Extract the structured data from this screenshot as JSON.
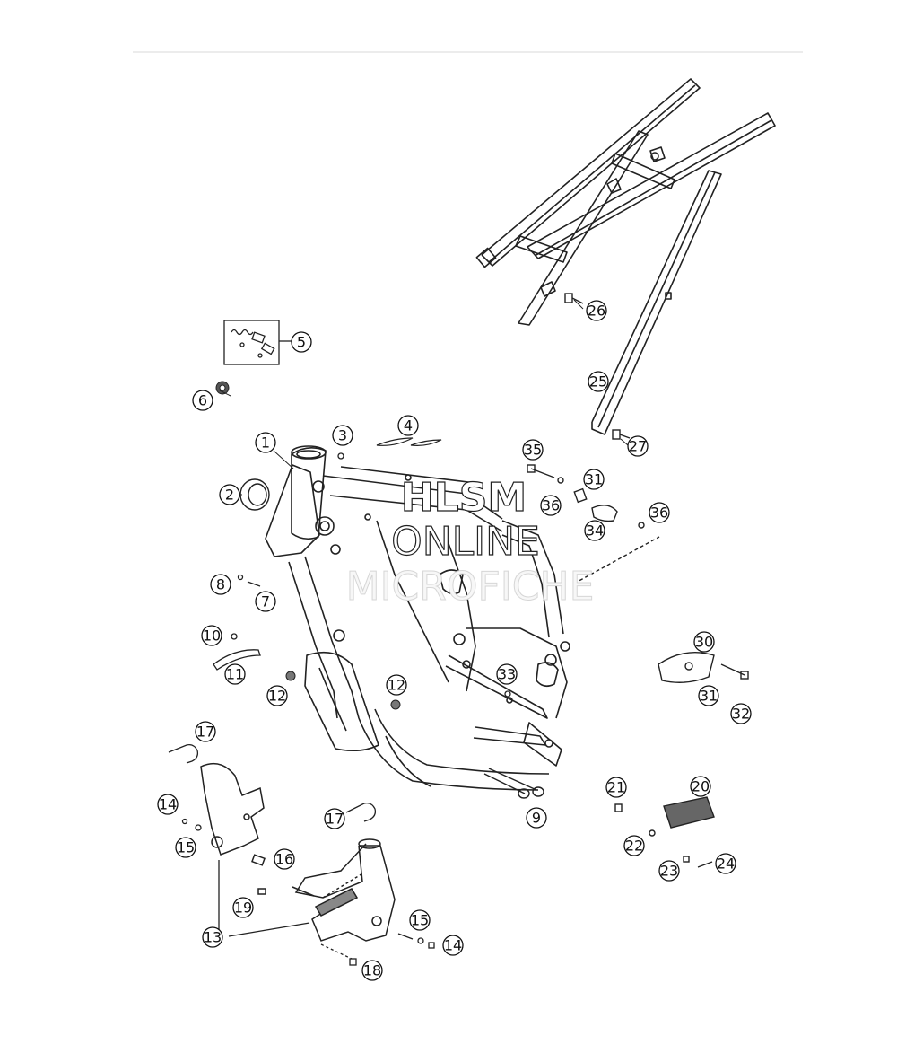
{
  "watermark": {
    "line1": "HLSM",
    "line2": "ONLINE",
    "line3": "MICROFICHE"
  },
  "callouts": [
    "1",
    "2",
    "3",
    "4",
    "5",
    "6",
    "7",
    "8",
    "9",
    "10",
    "11",
    "12",
    "12",
    "13",
    "14",
    "14",
    "15",
    "15",
    "16",
    "17",
    "17",
    "18",
    "19",
    "20",
    "21",
    "22",
    "23",
    "24",
    "25",
    "26",
    "27",
    "30",
    "31",
    "31",
    "32",
    "33",
    "34",
    "35",
    "36",
    "36"
  ],
  "colors": {
    "line": "#222222",
    "background": "#ffffff",
    "rule": "#d9d9d9"
  }
}
